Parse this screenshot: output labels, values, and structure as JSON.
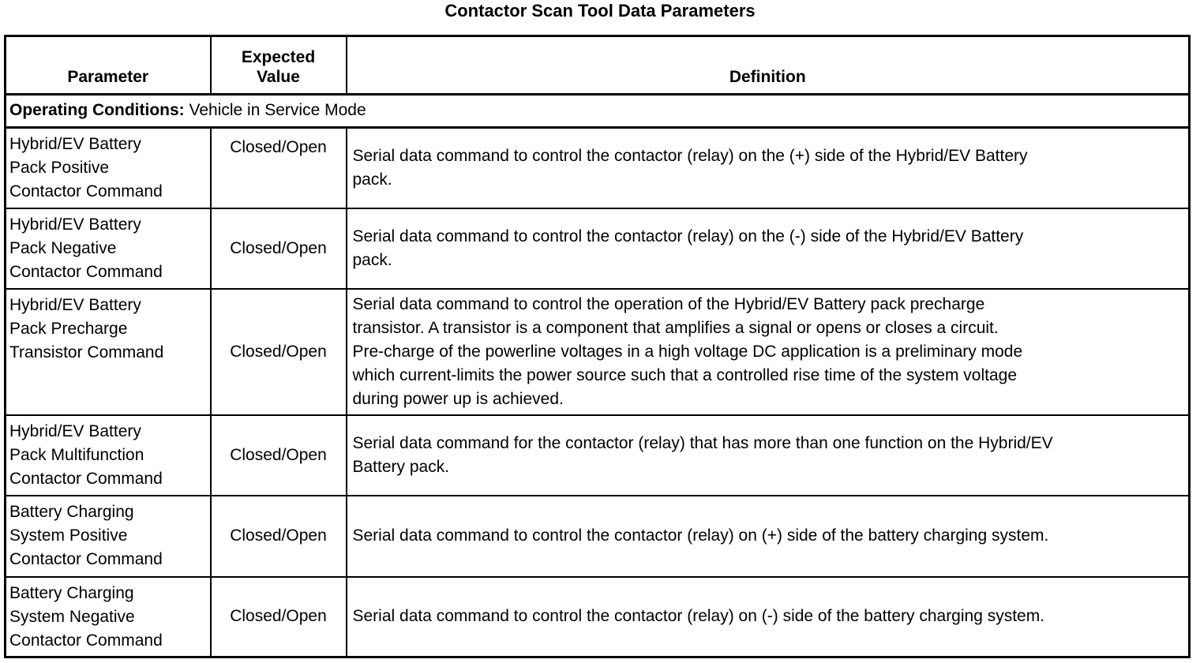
{
  "title": "Contactor Scan Tool Data Parameters",
  "table": {
    "headers": {
      "parameter": "Parameter",
      "expected_value": "Expected\nValue",
      "definition": "Definition"
    },
    "operating_conditions": {
      "label": "Operating Conditions:",
      "value": "Vehicle in Service Mode"
    },
    "rows": [
      {
        "parameter": "Hybrid/EV Battery\nPack Positive\nContactor Command",
        "expected_value": "Closed/Open",
        "expected_value_align": "top",
        "definition": "Serial data command to control the contactor (relay) on the (+) side of the Hybrid/EV Battery\npack."
      },
      {
        "parameter": "Hybrid/EV Battery\nPack Negative\nContactor Command",
        "expected_value": "Closed/Open",
        "expected_value_align": "middle",
        "definition": "Serial data command to control the contactor (relay) on the (-) side of the Hybrid/EV Battery\npack."
      },
      {
        "parameter": "Hybrid/EV Battery\nPack Precharge\nTransistor Command",
        "expected_value": "Closed/Open",
        "expected_value_align": "middle",
        "definition": "Serial data command to control the operation of the Hybrid/EV Battery pack precharge\ntransistor. A transistor is a component that amplifies a signal or opens or closes a circuit.\nPre-charge of the powerline voltages in a high voltage DC application is a preliminary mode\nwhich current-limits the power source such that a controlled rise time of the system voltage\nduring power up is achieved."
      },
      {
        "parameter": "Hybrid/EV Battery\nPack Multifunction\nContactor Command",
        "expected_value": "Closed/Open",
        "expected_value_align": "middle",
        "definition": "Serial data command for the contactor (relay) that has more than one function on the Hybrid/EV\nBattery pack."
      },
      {
        "parameter": "Battery Charging\nSystem Positive\nContactor Command",
        "expected_value": "Closed/Open",
        "expected_value_align": "middle",
        "definition": "Serial data command to control the contactor (relay) on (+) side of the battery charging system."
      },
      {
        "parameter": "Battery Charging\nSystem Negative\nContactor Command",
        "expected_value": "Closed/Open",
        "expected_value_align": "middle",
        "definition": "Serial data command to control the contactor (relay) on (-) side of the battery charging system."
      }
    ]
  }
}
